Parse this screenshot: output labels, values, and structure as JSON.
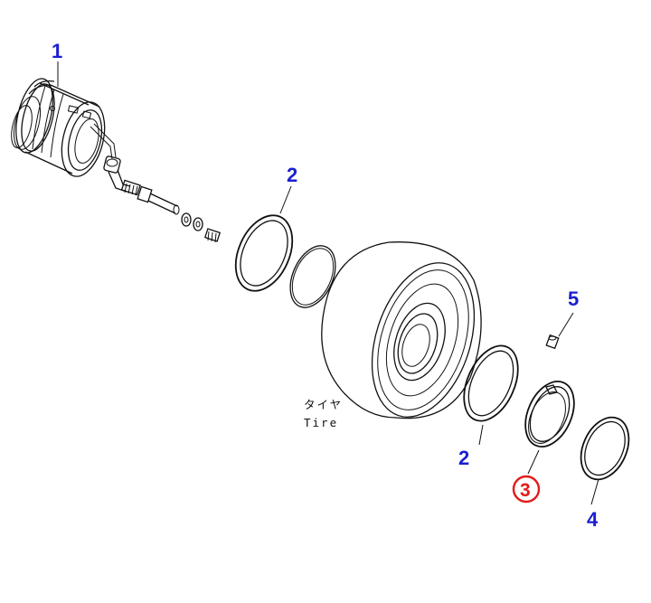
{
  "diagram": {
    "callouts": [
      {
        "id": "1",
        "label": "1",
        "highlighted": false
      },
      {
        "id": "2a",
        "label": "2",
        "highlighted": false
      },
      {
        "id": "2b",
        "label": "2",
        "highlighted": false
      },
      {
        "id": "3",
        "label": "3",
        "highlighted": true
      },
      {
        "id": "4",
        "label": "4",
        "highlighted": false
      },
      {
        "id": "5",
        "label": "5",
        "highlighted": false
      }
    ],
    "tire_label_jp": "タイヤ",
    "tire_label_en": "Tire",
    "colors": {
      "callout_number": "#1a1fd0",
      "highlight": "#e31b1b",
      "line_art": "#111111",
      "background": "#ffffff"
    }
  }
}
